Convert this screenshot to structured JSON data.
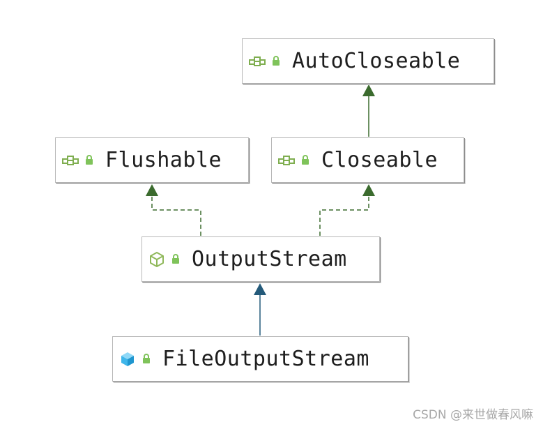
{
  "diagram": {
    "nodes": [
      {
        "id": "autocloseable",
        "label": "AutoCloseable",
        "kind": "interface-icon",
        "visibility": "lock-icon"
      },
      {
        "id": "flushable",
        "label": "Flushable",
        "kind": "interface-icon",
        "visibility": "lock-icon"
      },
      {
        "id": "closeable",
        "label": "Closeable",
        "kind": "interface-icon",
        "visibility": "lock-icon"
      },
      {
        "id": "outputstream",
        "label": "OutputStream",
        "kind": "abstract-class-icon",
        "visibility": "lock-icon"
      },
      {
        "id": "fileoutputstream",
        "label": "FileOutputStream",
        "kind": "class-icon",
        "visibility": "lock-icon"
      }
    ],
    "edges": [
      {
        "from": "closeable",
        "to": "autocloseable",
        "relation": "extends",
        "style": "solid",
        "color": "#3b6b2e"
      },
      {
        "from": "outputstream",
        "to": "flushable",
        "relation": "implements",
        "style": "dashed",
        "color": "#3b6b2e"
      },
      {
        "from": "outputstream",
        "to": "closeable",
        "relation": "implements",
        "style": "dashed",
        "color": "#3b6b2e"
      },
      {
        "from": "fileoutputstream",
        "to": "outputstream",
        "relation": "extends",
        "style": "solid",
        "color": "#245a7a"
      }
    ]
  },
  "colors": {
    "interface_icon": "#7fae50",
    "abstract_icon": "#8fb85a",
    "class_icon": "#3fb6ea",
    "lock_icon": "#7fc35a",
    "inherit_arrow": "#3b6b2e",
    "class_arrow": "#245a7a"
  },
  "watermark": "CSDN @来世做春风嘛"
}
